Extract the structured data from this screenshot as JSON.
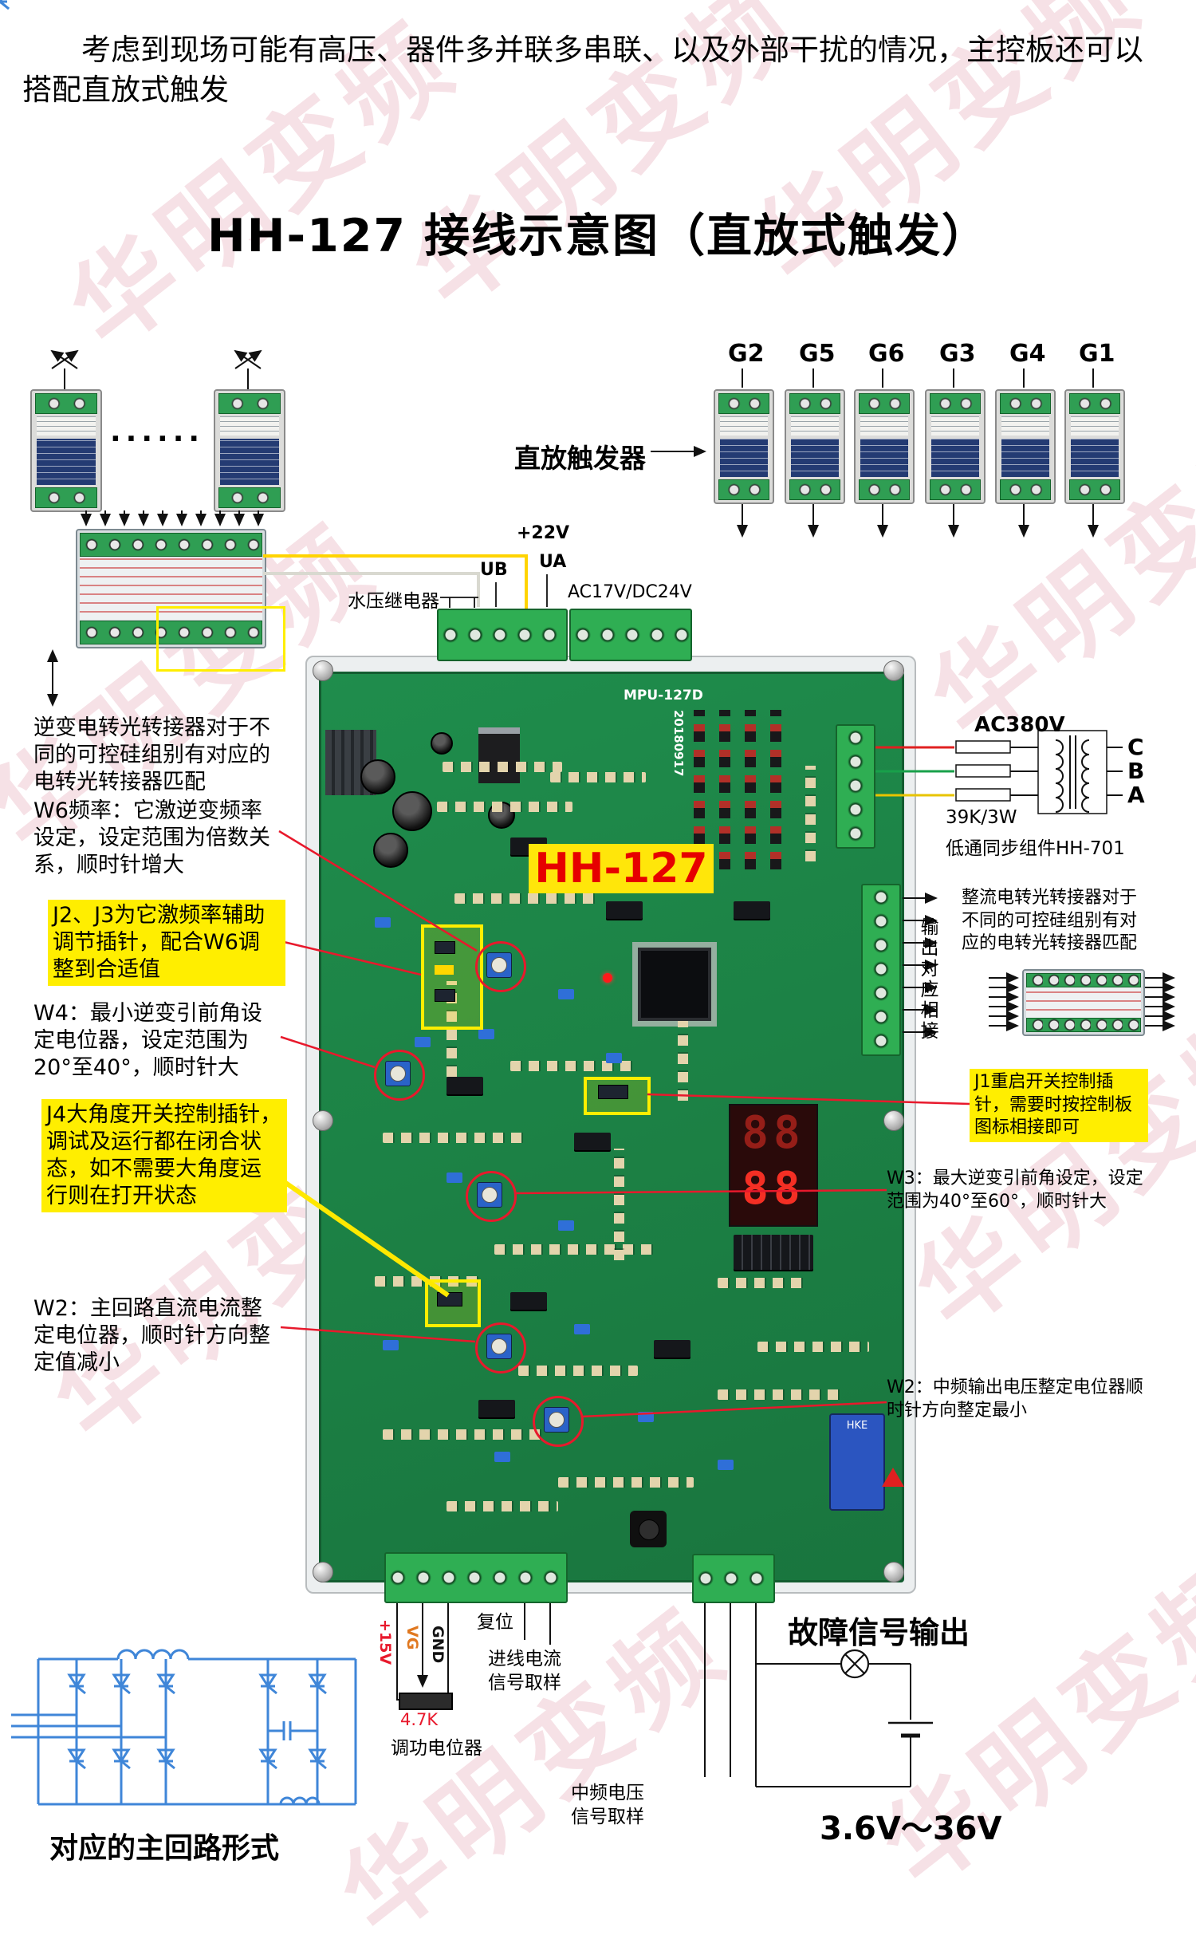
{
  "page": {
    "intro": "考虑到现场可能有高压、器件多并联多串联、以及外部干扰的情况，主控板还可以搭配直放式触发",
    "title": "HH-127 接线示意图（直放式触发）",
    "watermark": "华明变频"
  },
  "top_left": {
    "ellipsis": "······",
    "annotation": "逆变电转光转接器对于不同的可控硅组别有对应的电转光转接器匹配"
  },
  "trigger": {
    "label": "直放触发器",
    "groups": [
      "G2",
      "G5",
      "G6",
      "G3",
      "G4",
      "G1"
    ]
  },
  "board": {
    "model": "HH-127",
    "mpu": "MPU-127D",
    "date": "20180917",
    "relay": "HKE",
    "display_rows": [
      "88",
      "88"
    ]
  },
  "board_top": {
    "v22": "+22V",
    "ua": "UA",
    "ub": "UB",
    "water_relay": "水压继电器",
    "ac": "AC17V/DC24V"
  },
  "left_notes": [
    {
      "text": "W6频率：它激逆变频率设定，设定范围为倍数关系，顺时针增大"
    },
    {
      "text": "J2、J3为它激频率辅助调节插针，配合W6调整到合适值"
    },
    {
      "text": "W4：最小逆变引前角设定电位器，设定范围为20°至40°，顺时针大"
    },
    {
      "text": "J4大角度开关控制插针，调试及运行都在闭合状态，如不需要大角度运行则在打开状态"
    },
    {
      "text": "W2：主回路直流电流整定电位器，顺时针方向整定值减小"
    }
  ],
  "right_notes": {
    "ac380": "AC380V",
    "phases": [
      "C",
      "B",
      "A"
    ],
    "resistor": "39K/3W",
    "lowpass": "低通同步组件HH-701",
    "rectifier": "整流电转光转接器对于不同的可控硅组别有对应的电转光转接器匹配",
    "output_phase": "输出对应相接",
    "j1": "J1重启开关控制插针，需要时按控制板图标相接即可",
    "w3": "W3：最大逆变引前角设定，设定范围为40°至60°，顺时针大",
    "w2": "W2：中频输出电压整定电位器顺时针方向整定最小"
  },
  "bottom": {
    "reset": "复位",
    "v15": "+15V",
    "vg": "VG",
    "gnd": "GND",
    "pot": "4.7K",
    "pot_label": "调功电位器",
    "line_sample": "进线电流信号取样",
    "mid_sample": "中频电压信号取样",
    "fault": "故障信号输出",
    "range": "3.6V～36V",
    "main_circuit": "对应的主回路形式"
  }
}
